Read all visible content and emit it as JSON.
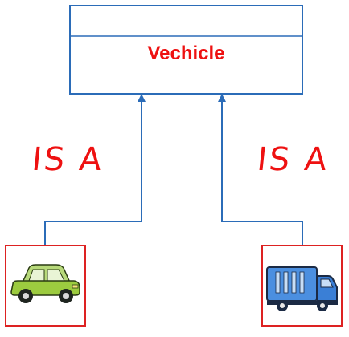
{
  "class_box": {
    "title": "Vechicle",
    "border_color": "#2b6cb8",
    "title_color": "#ee1111"
  },
  "relations": [
    {
      "label": "IS A",
      "from": "car",
      "to": "class_box"
    },
    {
      "label": "IS A",
      "from": "truck",
      "to": "class_box"
    }
  ],
  "children": [
    {
      "name": "car",
      "icon": "car-icon",
      "border_color": "#dd2222"
    },
    {
      "name": "truck",
      "icon": "truck-icon",
      "border_color": "#dd2222"
    }
  ],
  "colors": {
    "arrow": "#2b6cb8",
    "label": "#ee1111"
  }
}
